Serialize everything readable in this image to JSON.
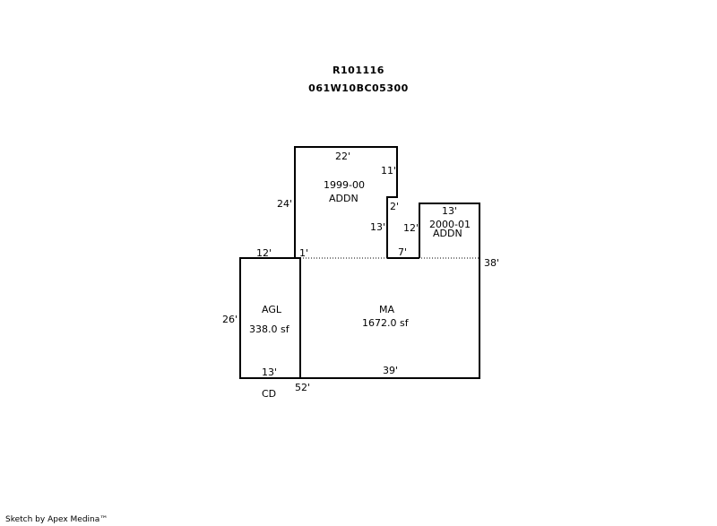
{
  "header": {
    "title": "R101116",
    "subtitle": "061W10BC05300"
  },
  "areas": {
    "addn_1999": {
      "line1": "1999-00",
      "line2": "ADDN"
    },
    "addn_2000": {
      "line1": "2000-01",
      "line2": "ADDN"
    },
    "agl": {
      "name": "AGL",
      "area": "338.0 sf"
    },
    "ma": {
      "name": "MA",
      "area": "1672.0 sf"
    },
    "cd": {
      "name": "CD"
    }
  },
  "dimensions": {
    "addn_top": "22'",
    "addn_right_upper": "11'",
    "addn_notch": "2'",
    "addn_right_lower": "13'",
    "addn_left": "24'",
    "addn2_top": "13'",
    "addn2_left": "12'",
    "gap_width": "7'",
    "offset": "1'",
    "agl_top": "12'",
    "ma_right": "38'",
    "agl_left": "26'",
    "agl_bottom": "13'",
    "ma_bottom": "39'",
    "total_bottom": "52'"
  },
  "footer": {
    "credit": "Sketch by Apex Medina™"
  }
}
